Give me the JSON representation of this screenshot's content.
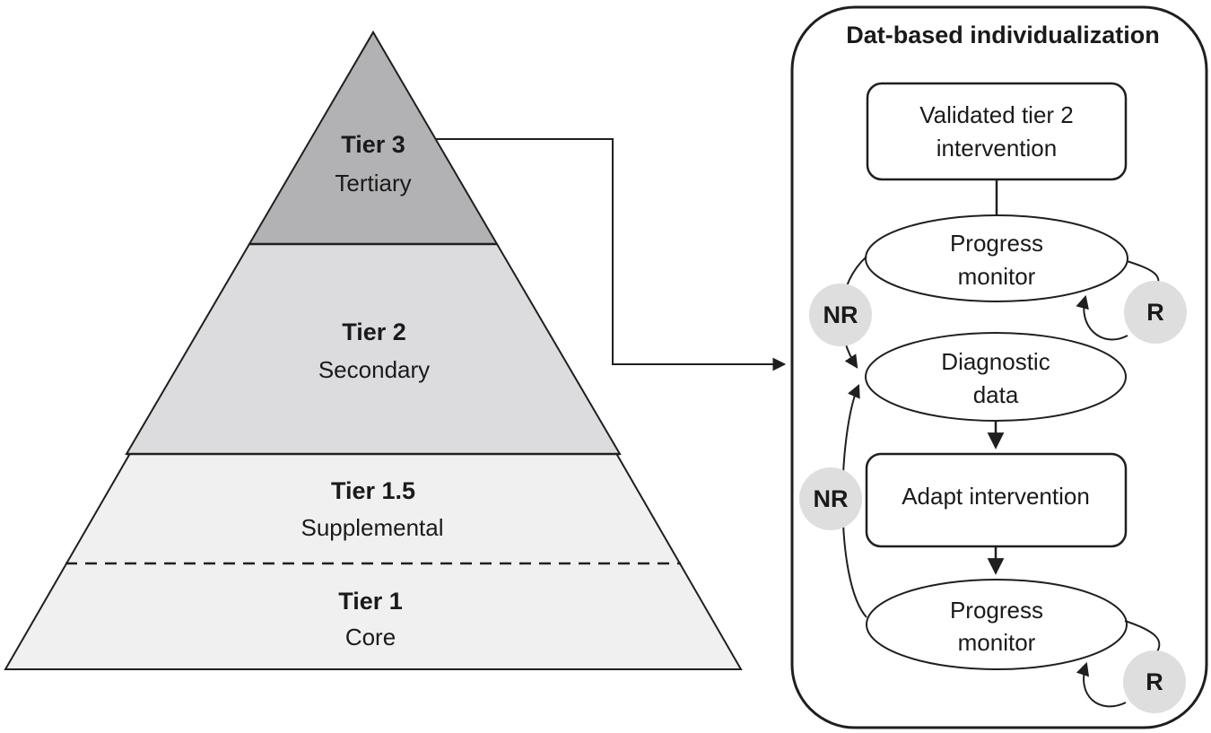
{
  "pyramid": {
    "tiers": [
      {
        "name": "Tier 3",
        "sublabel": "Tertiary",
        "color": "#b2b2b4"
      },
      {
        "name": "Tier 2",
        "sublabel": "Secondary",
        "color": "#dcdcde"
      },
      {
        "name": "Tier 1.5",
        "sublabel": "Supplemental",
        "color": "#f0f0f1"
      },
      {
        "name": "Tier 1",
        "sublabel": "Core",
        "color": "#f0f0f1"
      }
    ]
  },
  "panel": {
    "title": "Dat-based individualization",
    "nodes": {
      "validated": {
        "line1": "Validated tier 2",
        "line2": "intervention"
      },
      "progress_top": {
        "line1": "Progress",
        "line2": "monitor"
      },
      "diagnostic": {
        "line1": "Diagnostic",
        "line2": "data"
      },
      "adapt": {
        "label": "Adapt intervention"
      },
      "progress_bottom": {
        "line1": "Progress",
        "line2": "monitor"
      }
    },
    "badges": [
      {
        "label": "NR"
      },
      {
        "label": "R"
      },
      {
        "label": "NR"
      },
      {
        "label": "R"
      }
    ]
  },
  "colors": {
    "badge_fill": "#dedede",
    "line": "#1f1f1f",
    "node_fill": "#ffffff"
  }
}
